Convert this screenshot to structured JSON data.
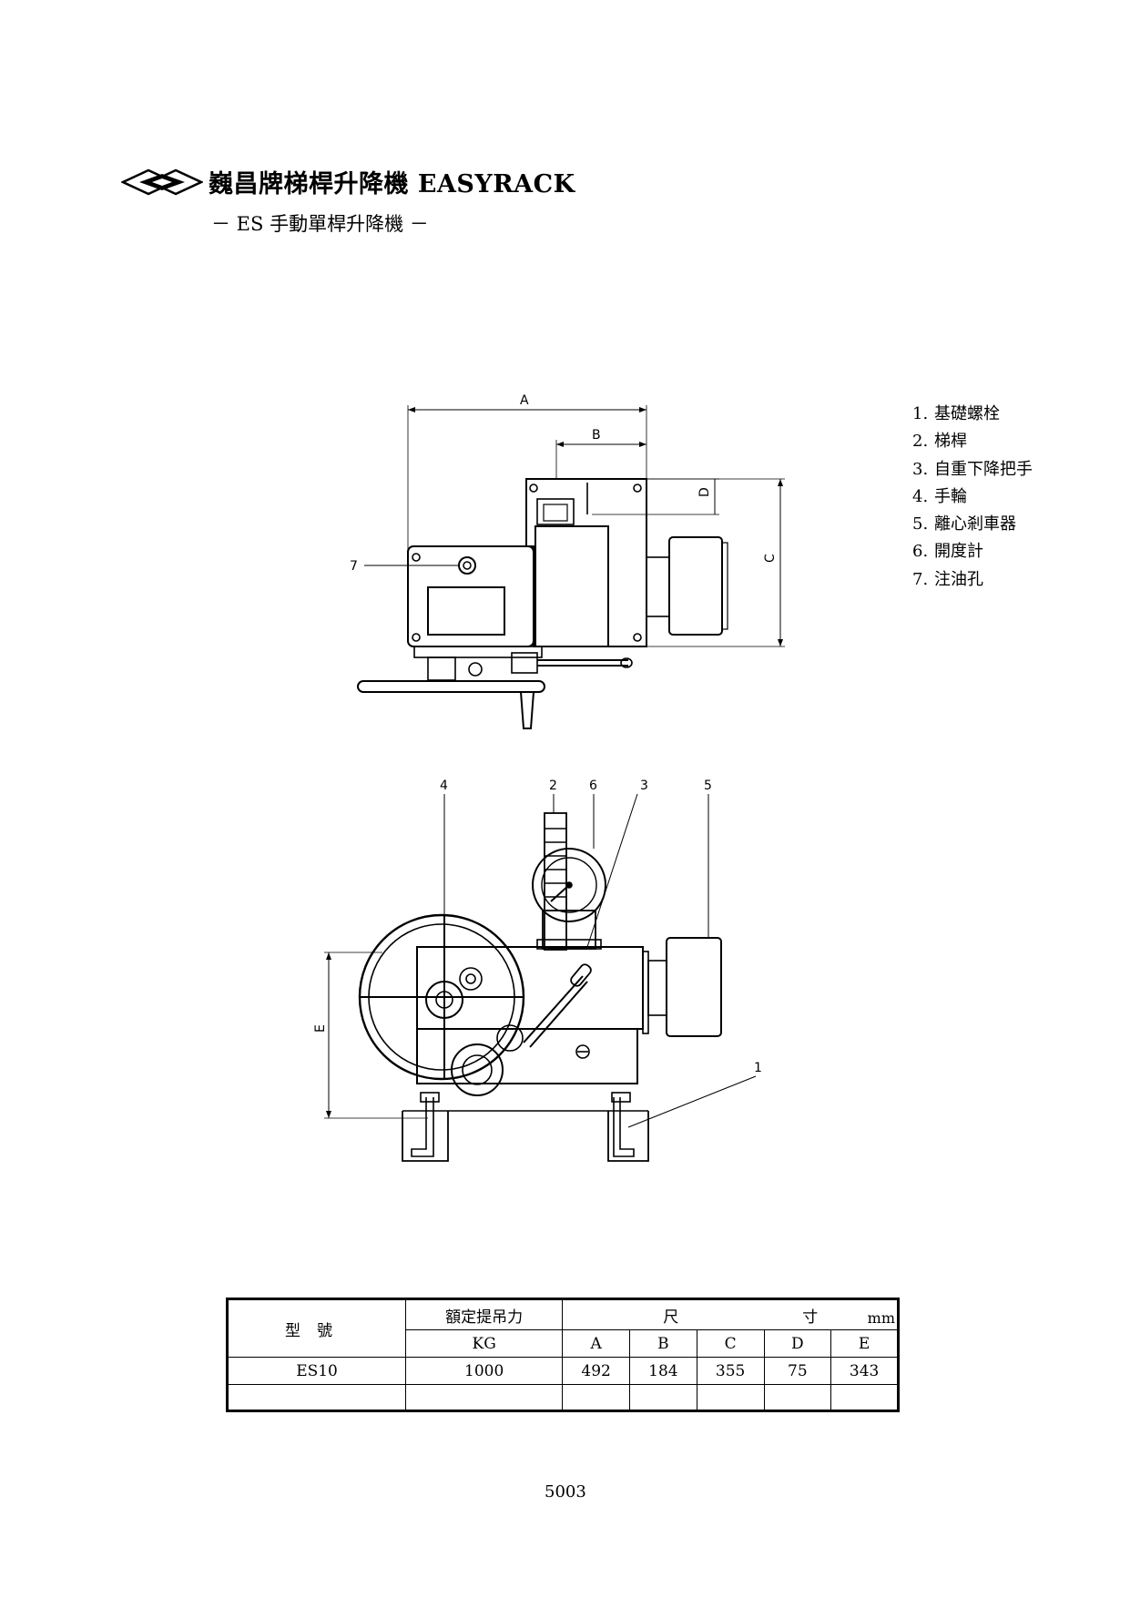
{
  "header": {
    "title": "巍昌牌梯桿升降機 EASYRACK",
    "subtitle": "－ ES 手動單桿升降機 －"
  },
  "drawing_labels": {
    "dim_a": "A",
    "dim_b": "B",
    "dim_c": "C",
    "dim_d": "D",
    "dim_e": "E",
    "callout_7": "7",
    "callout_4": "4",
    "callout_2": "2",
    "callout_6": "6",
    "callout_3": "3",
    "callout_5": "5",
    "callout_1": "1"
  },
  "parts": [
    {
      "num": "1.",
      "name": "基礎螺栓"
    },
    {
      "num": "2.",
      "name": "梯桿"
    },
    {
      "num": "3.",
      "name": "自重下降把手"
    },
    {
      "num": "4.",
      "name": "手輪"
    },
    {
      "num": "5.",
      "name": "離心剎車器"
    },
    {
      "num": "6.",
      "name": "開度計"
    },
    {
      "num": "7.",
      "name": "注油孔"
    }
  ],
  "table": {
    "model_header": "型號",
    "capacity_header": "額定提吊力",
    "capacity_unit": "KG",
    "dim_header_1": "尺",
    "dim_header_2": "寸",
    "dim_unit": "mm",
    "columns": [
      "A",
      "B",
      "C",
      "D",
      "E"
    ],
    "rows": [
      {
        "model": "ES10",
        "capacity": "1000",
        "A": "492",
        "B": "184",
        "C": "355",
        "D": "75",
        "E": "343"
      }
    ]
  },
  "page_number": "5003"
}
